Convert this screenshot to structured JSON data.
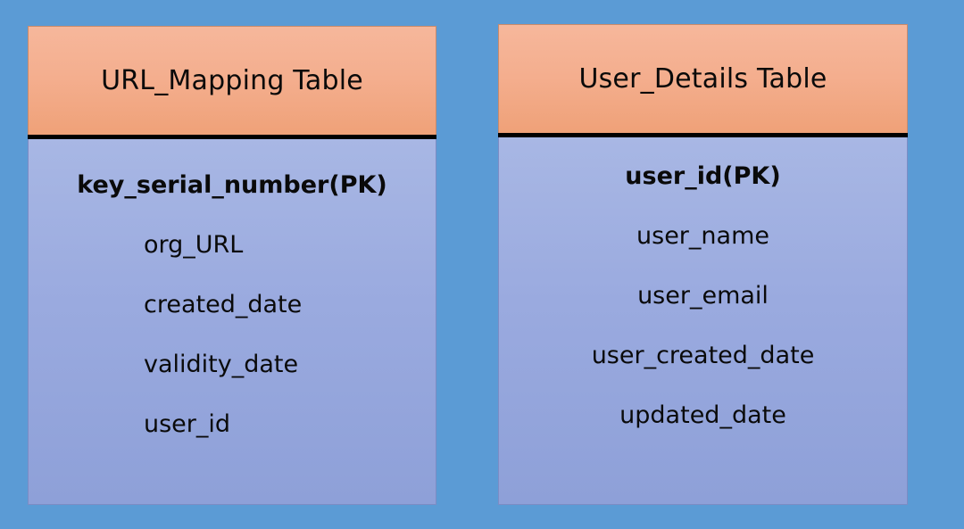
{
  "diagram": {
    "background_color": "#5B9BD5",
    "header_gradient_top": "#F6B79B",
    "header_gradient_bottom": "#EFA178",
    "body_gradient_top": "#A8B7E4",
    "body_gradient_bottom": "#8EA0D8",
    "divider_color": "#000000"
  },
  "entities": [
    {
      "id": "url_mapping",
      "title": "URL_Mapping Table",
      "fields": [
        {
          "name": "key_serial_number(PK)",
          "is_primary_key": true
        },
        {
          "name": "org_URL",
          "is_primary_key": false
        },
        {
          "name": "created_date",
          "is_primary_key": false
        },
        {
          "name": "validity_date",
          "is_primary_key": false
        },
        {
          "name": "user_id",
          "is_primary_key": false
        }
      ]
    },
    {
      "id": "user_details",
      "title": "User_Details Table",
      "fields": [
        {
          "name": "user_id(PK)",
          "is_primary_key": true
        },
        {
          "name": "user_name",
          "is_primary_key": false
        },
        {
          "name": "user_email",
          "is_primary_key": false
        },
        {
          "name": "user_created_date",
          "is_primary_key": false
        },
        {
          "name": "updated_date",
          "is_primary_key": false
        }
      ]
    }
  ]
}
